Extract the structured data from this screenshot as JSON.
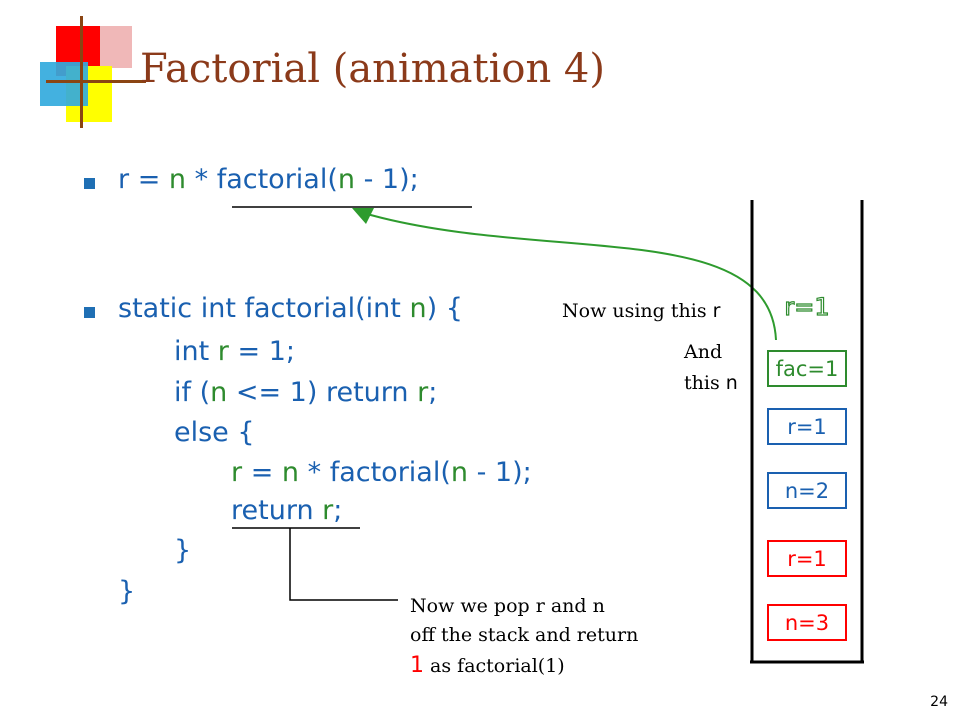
{
  "slide": {
    "title": "Factorial (animation 4)",
    "page_number": "24"
  },
  "code": {
    "line1": {
      "r": "r",
      "eq": " = ",
      "n": "n",
      "rest": " * factorial(",
      "n2": "n",
      "end": " - 1);"
    },
    "sig": {
      "pre": "static int factorial(int ",
      "n": "n",
      "post": ") {"
    },
    "l2": {
      "pre": "int ",
      "r": "r",
      "post": " = 1;"
    },
    "l3": {
      "pre": "if (",
      "n": "n",
      "mid": " <= 1) return ",
      "r": "r",
      "post": ";"
    },
    "l4": "else {",
    "l5": {
      "r": "r",
      "eq": " = ",
      "n": "n",
      "rest": " * factorial(",
      "n2": "n",
      "end": " - 1);"
    },
    "l6": {
      "pre": "return ",
      "r": "r",
      "post": ";"
    },
    "l7": "}",
    "l8": "}"
  },
  "annotations": {
    "using_r": {
      "text": "Now using this ",
      "var": "r"
    },
    "and": "And",
    "this_n": {
      "text": "this ",
      "var": "n"
    },
    "pop": {
      "line1": "Now we pop r and n",
      "line2": "off the stack and return",
      "line3_num": "1",
      "line3_text": " as factorial(1)"
    }
  },
  "stack": {
    "ghost": "r=1",
    "frames": [
      {
        "label": "fac=1",
        "color": "green"
      },
      {
        "label": "r=1",
        "color": "blue"
      },
      {
        "label": "n=2",
        "color": "blue"
      },
      {
        "label": "r=1",
        "color": "red"
      },
      {
        "label": "n=3",
        "color": "red"
      }
    ]
  },
  "colors": {
    "code_blue": "#1a60b0",
    "var_green": "#2e8b2e",
    "title_brown": "#8b3a1a",
    "arrow_green": "#2e9b2e",
    "stack_red": "#ff0000"
  }
}
